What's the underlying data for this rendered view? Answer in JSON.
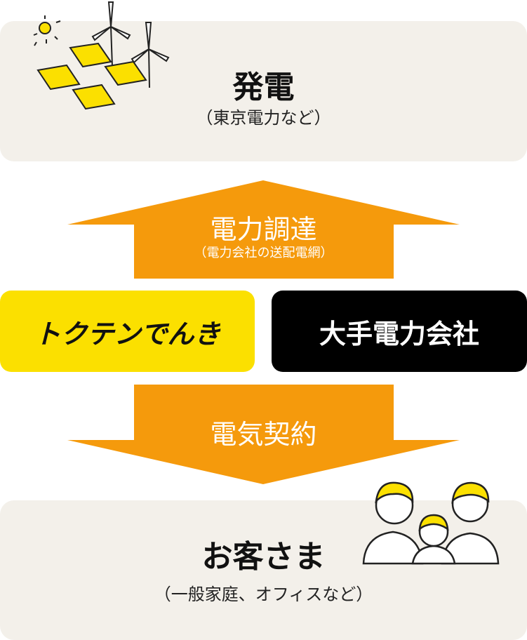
{
  "generation": {
    "title": "発電",
    "subtitle": "（東京電力など）"
  },
  "procurement_arrow": {
    "label": "電力調達",
    "sublabel": "（電力会社の送配電網）"
  },
  "providers": [
    {
      "label": "トクテンでんき",
      "bg": "#fbe000",
      "fg": "#111111"
    },
    {
      "label": "大手電力会社",
      "bg": "#000000",
      "fg": "#ffffff"
    }
  ],
  "contract_arrow": {
    "label": "電気契約"
  },
  "customers": {
    "title": "お客さま",
    "subtitle": "（一般家庭、オフィスなど）"
  },
  "colors": {
    "panel": "#f3f0ea",
    "arrow": "#f59a0c",
    "accent": "#fbe000"
  }
}
